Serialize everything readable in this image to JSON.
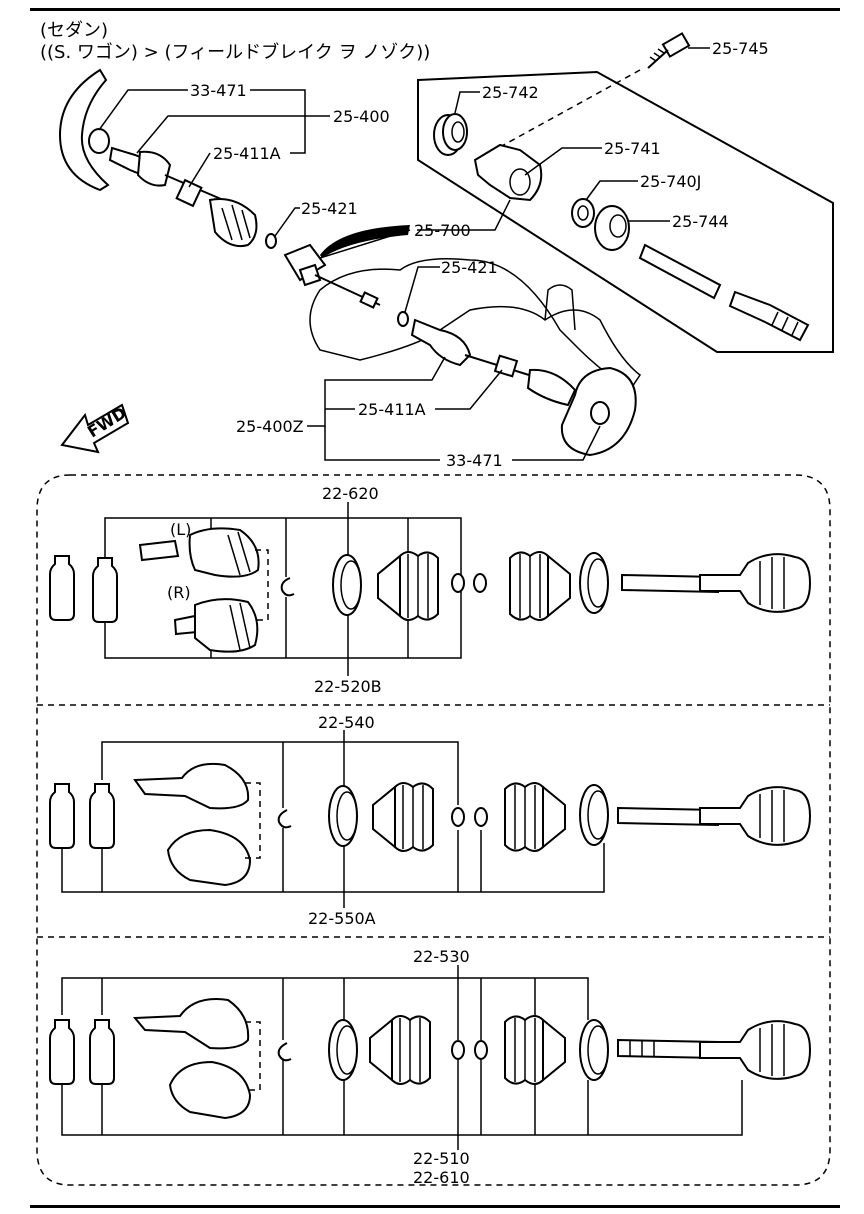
{
  "header": {
    "line1": "(セダン)",
    "line2": "((S. ワゴン) > (フィールドブレイク ヲ ノゾク))"
  },
  "fwd_label": "FWD",
  "top_callouts": {
    "p33471_a": "33-471",
    "p25400": "25-400",
    "p25411a_a": "25-411A",
    "p25421_a": "25-421",
    "p25700": "25-700",
    "p25421_b": "25-421",
    "p25745": "25-745",
    "p25742": "25-742",
    "p25741": "25-741",
    "p25740j": "25-740J",
    "p25744": "25-744",
    "p25400z": "25-400Z",
    "p25411a_b": "25-411A",
    "p33471_b": "33-471"
  },
  "kit1": {
    "top_label": "22-620",
    "bottom_label": "22-520B",
    "left_label": "(L)",
    "right_label": "(R)"
  },
  "kit2": {
    "top_label": "22-540",
    "bottom_label": "22-550A"
  },
  "kit3": {
    "top_label": "22-530",
    "bottom_label_1": "22-510",
    "bottom_label_2": "22-610"
  }
}
